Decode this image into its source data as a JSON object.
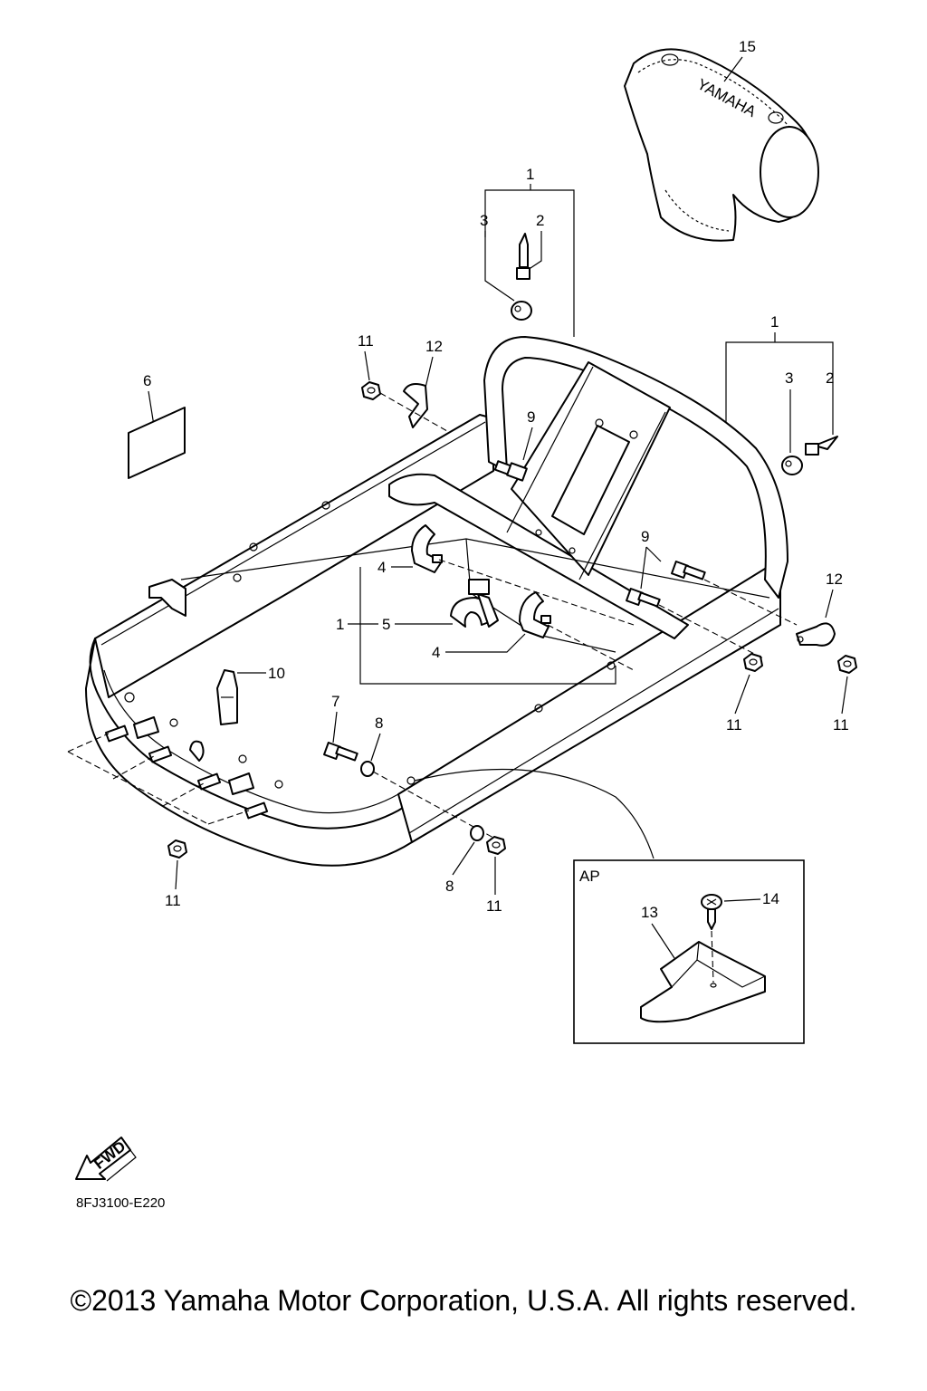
{
  "callouts": {
    "c15": "15",
    "c1_top": "1",
    "c3_top": "3",
    "c2_top": "2",
    "c1_right": "1",
    "c3_right": "3",
    "c2_right": "2",
    "c11_a": "11",
    "c12_a": "12",
    "c6": "6",
    "c9_a": "9",
    "c9_b": "9",
    "c12_b": "12",
    "c4_a": "4",
    "c1_mid": "1",
    "c5": "5",
    "c4_b": "4",
    "c10": "10",
    "c7": "7",
    "c8_a": "8",
    "c11_b": "11",
    "c11_c": "11",
    "c11_d": "11",
    "c8_b": "8",
    "c11_e": "11",
    "c13": "13",
    "c14": "14"
  },
  "inset_label": "AP",
  "hood_logo": "YAMAHA",
  "fwd_label": "FWD",
  "diagram_code": "8FJ3100-E220",
  "copyright": "©2013 Yamaha Motor Corporation, U.S.A. All rights reserved."
}
